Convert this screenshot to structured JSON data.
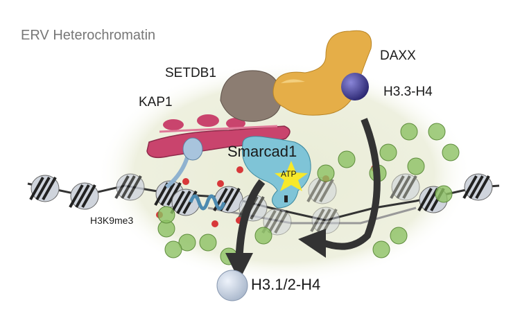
{
  "title": "ERV Heterochromatin",
  "labels": {
    "setdb1": "SETDB1",
    "kap1": "KAP1",
    "daxx": "DAXX",
    "h33": "H3.3-H4",
    "smarcad1": "Smarcad1",
    "atp": "ATP",
    "h3k9me3": "H3K9me3",
    "h312": "H3.1/2-H4"
  },
  "colors": {
    "background_ellipse": "#eef0df",
    "setdb1": "#8c7d72",
    "daxx": "#e5ae48",
    "h33_sphere": "#3f3b8e",
    "kap1": "#c9446d",
    "smarcad1": "#7fc4d7",
    "atp_star": "#f7e92a",
    "nucleosome": "#cfd4dc",
    "histone_green": "#8cc063",
    "mark_red": "#d8383a",
    "arrow": "#333333",
    "h312_sphere": "#c9d5e6"
  }
}
